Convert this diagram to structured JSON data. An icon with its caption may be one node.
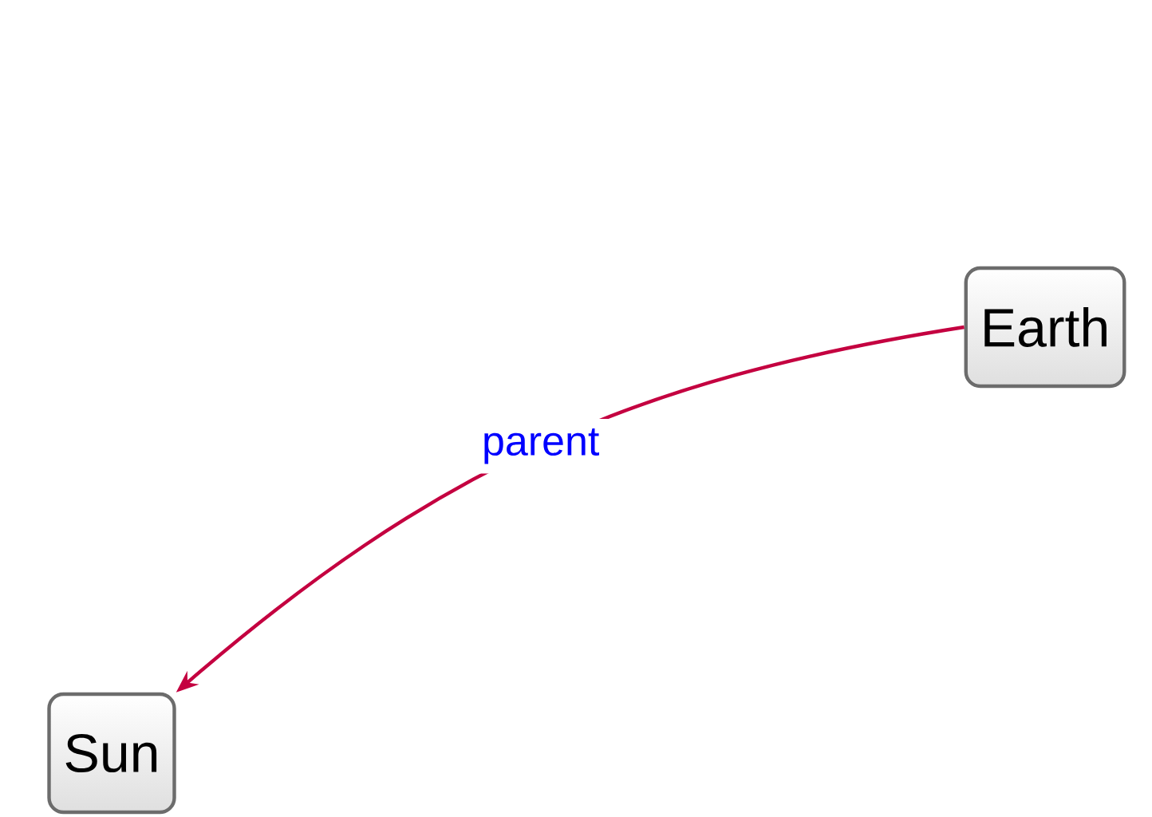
{
  "diagram": {
    "nodes": [
      {
        "text": [
          "Earth"
        ]
      },
      {
        "text": [
          "Sun"
        ]
      }
    ],
    "edges": [
      {
        "from": 0,
        "to": 1,
        "arrow": "to",
        "label": "parent"
      }
    ]
  }
}
